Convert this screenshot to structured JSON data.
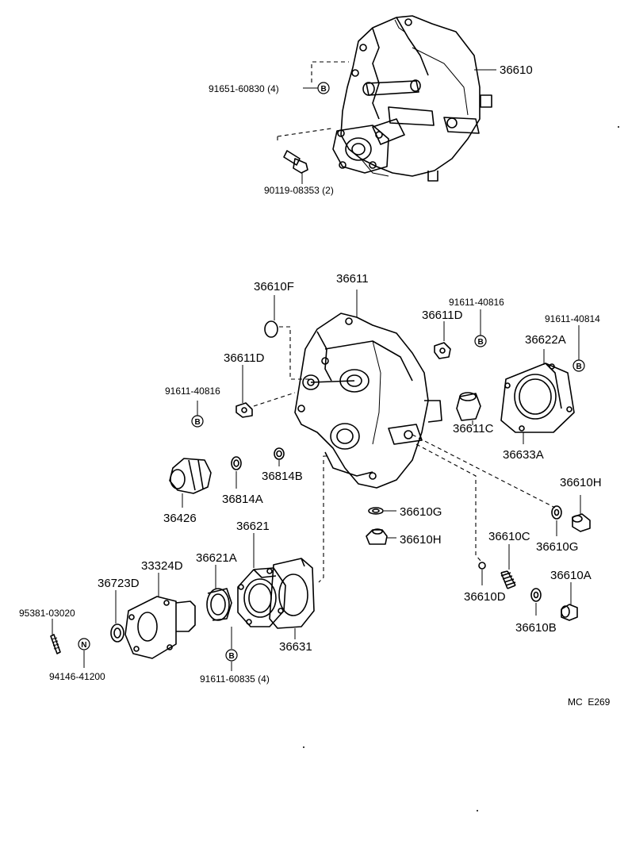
{
  "labels": {
    "l36610": "36610",
    "l91651": "91651-60830 (4)",
    "l90119": "90119-08353 (2)",
    "l36610F": "36610F",
    "l36611": "36611",
    "l91611_40816a": "91611-40816",
    "l36611D_top": "36611D",
    "l91611_40814": "91611-40814",
    "l36611D_left": "36611D",
    "l36622A": "36622A",
    "l91611_40816b": "91611-40816",
    "l36611C": "36611C",
    "l36633A": "36633A",
    "l36814B": "36814B",
    "l36814A": "36814A",
    "l36426": "36426",
    "l36610G_mid": "36610G",
    "l36610H_top": "36610H",
    "l36610H_mid": "36610H",
    "l36610G_right": "36610G",
    "l36621": "36621",
    "l33324D": "33324D",
    "l36621A": "36621A",
    "l36723D": "36723D",
    "l36610C": "36610C",
    "l36610A": "36610A",
    "l95381": "95381-03020",
    "l36610D": "36610D",
    "l36610B": "36610B",
    "l36631": "36631",
    "l94146": "94146-41200",
    "l91611_60835": "91611-60835 (4)",
    "code": "MC  E269"
  },
  "marks": {
    "b": "B",
    "n": "N"
  }
}
